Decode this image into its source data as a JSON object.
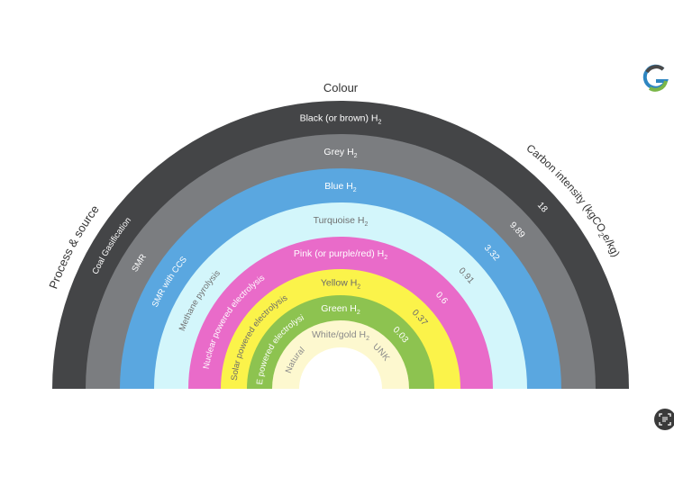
{
  "headings": {
    "colour": "Colour",
    "process": "Process & source",
    "carbon_prefix": "Carbon intensity (kgCO",
    "carbon_sub": "2",
    "carbon_suffix": "e/kg)"
  },
  "bands": [
    {
      "colour_name": "Black (or brown) H",
      "process": "Coal Gasification",
      "intensity": "18",
      "fill": "#444547",
      "text": "#ffffff"
    },
    {
      "colour_name": "Grey H",
      "process": "SMR",
      "intensity": "9.89",
      "fill": "#7b7d80",
      "text": "#ffffff"
    },
    {
      "colour_name": "Blue H",
      "process": "SMR with CCS",
      "intensity": "3.32",
      "fill": "#5aa7e0",
      "text": "#ffffff"
    },
    {
      "colour_name": "Turquoise H",
      "process": "Methane pyrolysis",
      "intensity": "0.91",
      "fill": "#d3f6fb",
      "text": "#6f6f6f"
    },
    {
      "colour_name": "Pink (or purple/red) H",
      "process": "Nuclear powered electrolysis",
      "intensity": "0.6",
      "fill": "#e96bc9",
      "text": "#ffffff"
    },
    {
      "colour_name": "Yellow H",
      "process": "Solar powered electrolysis",
      "intensity": "0.37",
      "fill": "#fbf34a",
      "text": "#6a6a6a"
    },
    {
      "colour_name": "Green H",
      "process": "RE powered electrolysis",
      "intensity": "0.03",
      "fill": "#8dc350",
      "text": "#ffffff"
    },
    {
      "colour_name": "White/gold H",
      "process": "Natural",
      "intensity": "UNK",
      "fill": "#fdf8cf",
      "text": "#8a8a8a"
    }
  ],
  "subscript": "2",
  "icons": {
    "logo": "g-logo-icon",
    "scan": "scan-text-icon"
  }
}
